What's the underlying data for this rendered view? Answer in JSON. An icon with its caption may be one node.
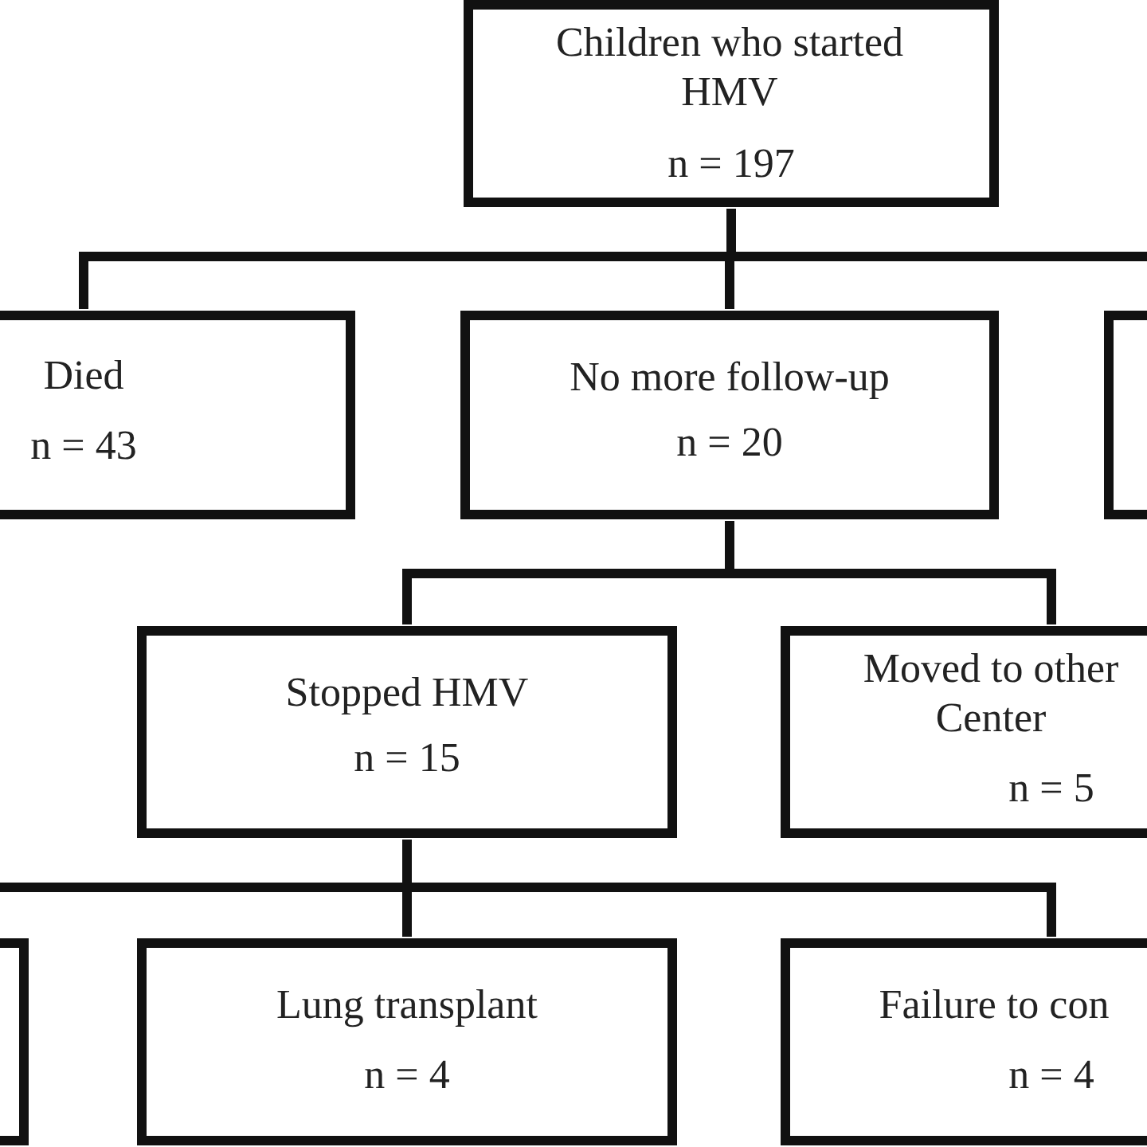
{
  "diagram": {
    "nodes": [
      {
        "text": [
          "Children who started HMV",
          "n = 197"
        ]
      },
      {
        "text": [
          "Died",
          "n = 43"
        ]
      },
      {
        "text": [
          "No more follow-up",
          "n = 20"
        ]
      },
      {
        "text": [],
        "shape": "box"
      },
      {
        "text": [
          "Stopped HMV",
          "n = 15"
        ]
      },
      {
        "text": [
          "Moved to other Center",
          "n = 5"
        ]
      },
      {
        "text": [],
        "shape": "box"
      },
      {
        "text": [
          "Lung transplant",
          "n = 4"
        ]
      },
      {
        "text": [
          "Failure to con",
          "n = 4"
        ]
      }
    ],
    "edges": [
      {
        "from": 0,
        "to": 1,
        "arrow": "none"
      },
      {
        "from": 0,
        "to": 2,
        "arrow": "none"
      },
      {
        "from": 0,
        "to": 3,
        "arrow": "none"
      },
      {
        "from": 2,
        "to": 4,
        "arrow": "none"
      },
      {
        "from": 2,
        "to": 5,
        "arrow": "none"
      },
      {
        "from": 4,
        "to": 6,
        "arrow": "none"
      },
      {
        "from": 4,
        "to": 7,
        "arrow": "none"
      },
      {
        "from": 4,
        "to": 8,
        "arrow": "none"
      }
    ]
  }
}
